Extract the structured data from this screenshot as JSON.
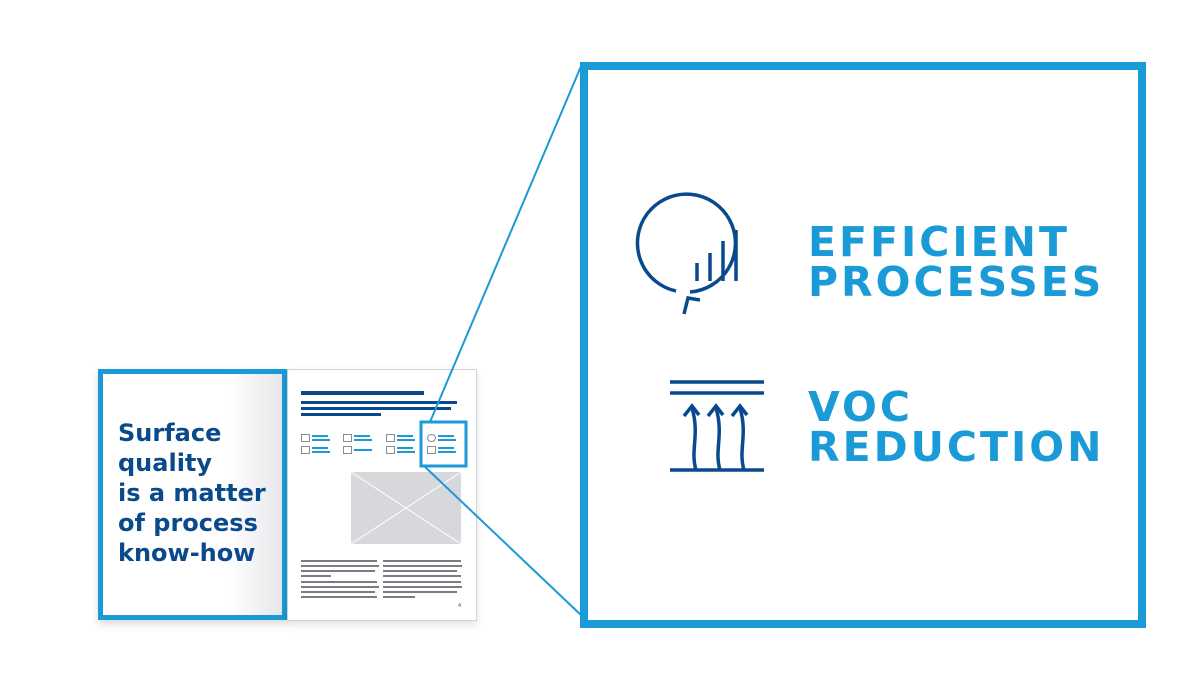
{
  "cover": {
    "lines": [
      "Surface",
      "quality",
      "is a matter",
      "of process",
      "know-how"
    ]
  },
  "features": [
    {
      "icon": "efficiency-cycle-chart-icon",
      "lines": [
        "EFFICIENT",
        "PROCESSES"
      ]
    },
    {
      "icon": "voc-rising-vapor-icon",
      "lines": [
        "VOC",
        "REDUCTION"
      ]
    }
  ],
  "colors": {
    "accent": "#1a9ad6",
    "dark": "#0a4a8c",
    "placeholder": "#d6d8dc"
  },
  "page_number": "4"
}
